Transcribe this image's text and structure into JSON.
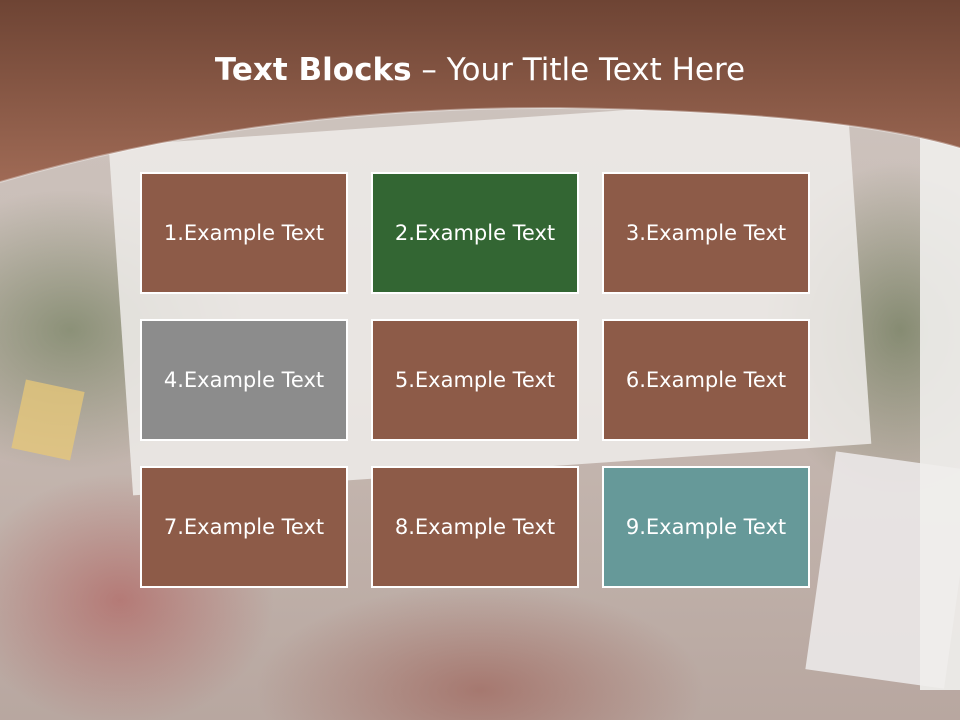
{
  "slide": {
    "title_bold": "Text Blocks",
    "title_dash": " – ",
    "title_rest": "Your Title Text Here"
  },
  "colors": {
    "header_top": "#6e4434",
    "header_bottom": "#9b6651",
    "block_brown": "#8d5b48",
    "block_green": "#336633",
    "block_gray": "#8c8c8c",
    "block_teal": "#669999"
  },
  "blocks": [
    {
      "label": "1.Example Text",
      "color": "#8d5b48"
    },
    {
      "label": "2.Example Text",
      "color": "#336633"
    },
    {
      "label": "3.Example Text",
      "color": "#8d5b48"
    },
    {
      "label": "4.Example Text",
      "color": "#8c8c8c"
    },
    {
      "label": "5.Example Text",
      "color": "#8d5b48"
    },
    {
      "label": "6.Example Text",
      "color": "#8d5b48"
    },
    {
      "label": "7.Example Text",
      "color": "#8d5b48"
    },
    {
      "label": "8.Example Text",
      "color": "#8d5b48"
    },
    {
      "label": "9.Example Text",
      "color": "#669999"
    }
  ]
}
